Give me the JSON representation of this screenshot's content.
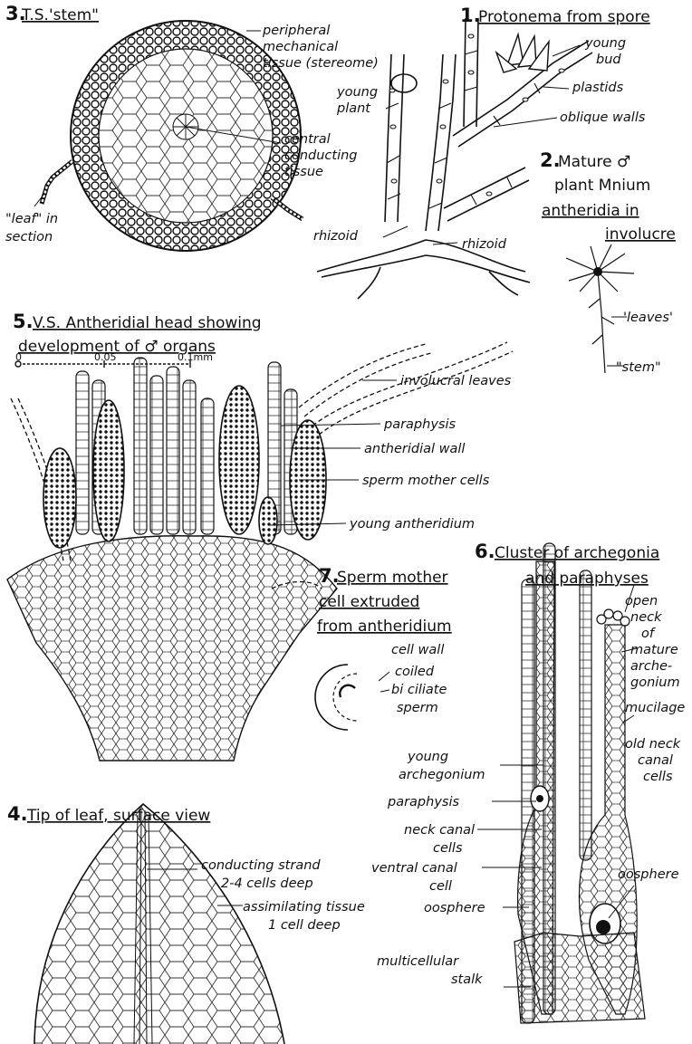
{
  "figures": {
    "f1": {
      "num": "1.",
      "title": "Protonema from spore",
      "labels": {
        "young": "young",
        "bud": "bud",
        "plastids": "plastids",
        "oblique": "oblique walls",
        "yplant1": "young",
        "yplant2": "plant",
        "rhizoid1": "rhizoid",
        "rhizoid2": "rhizoid"
      }
    },
    "f2": {
      "num": "2.",
      "title1": "Mature ♂",
      "title2": "plant Mnium",
      "title3": "antheridia in",
      "title4": "involucre",
      "labels": {
        "leaves": "'leaves'",
        "stem": "\"stem\""
      }
    },
    "f3": {
      "num": "3.",
      "title": "T.S.'stem\"",
      "labels": {
        "per1": "peripheral",
        "per2": "mechanical",
        "per3": "tissue (stereome)",
        "cen1": "central",
        "cen2": "conducting",
        "cen3": "tissue",
        "leaf1": "\"leaf\" in",
        "leaf2": "section"
      }
    },
    "f4": {
      "num": "4.",
      "title": "Tip of leaf, surface view",
      "labels": {
        "cs1": "conducting strand",
        "cs2": "2-4 cells deep",
        "as1": "assimilating tissue",
        "as2": "1 cell deep"
      }
    },
    "f5": {
      "num": "5.",
      "title1": "V.S. Antheridial head showing",
      "title2": "development of ♂ organs",
      "scale": {
        "s0": "0",
        "s1": "0.05",
        "s2": "0.1mm"
      },
      "labels": {
        "inv": "involucral leaves",
        "para": "paraphysis",
        "wall": "antheridial wall",
        "smc": "sperm mother cells",
        "yant": "young antheridium"
      }
    },
    "f6": {
      "num": "6.",
      "title1": "Cluster of archegonia",
      "title2": "and paraphyses",
      "labels": {
        "on1": "open",
        "on2": "neck",
        "on3": "of",
        "on4": "mature",
        "on5": "arche-",
        "on6": "gonium",
        "muc": "mucilage",
        "onc1": "old neck",
        "onc2": "canal",
        "onc3": "cells",
        "ya1": "young",
        "ya2": "archegonium",
        "para": "paraphysis",
        "ncc1": "neck canal",
        "ncc2": "cells",
        "vcc1": "ventral canal",
        "vcc2": "cell",
        "oos1": "oosphere",
        "oos2": "oosphere",
        "ms1": "multicellular",
        "ms2": "stalk"
      }
    },
    "f7": {
      "num": "7.",
      "title1": "Sperm mother",
      "title2": "cell extruded",
      "title3": "from antheridium",
      "labels": {
        "cw": "cell wall",
        "cb1": "coiled",
        "cb2": "bi ciliate",
        "cb3": "sperm"
      }
    }
  }
}
